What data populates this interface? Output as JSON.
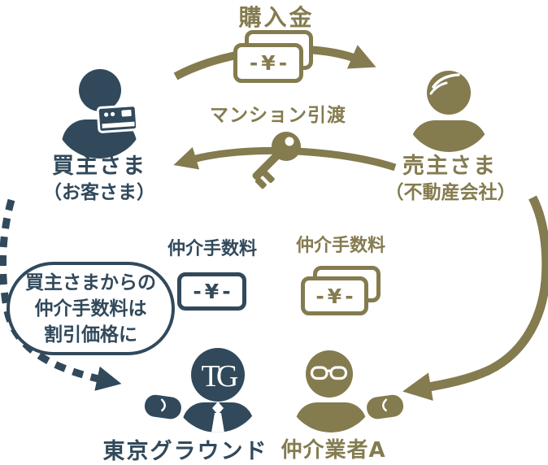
{
  "colors": {
    "navy": "#31495B",
    "olive": "#847B4F",
    "background": "#FFFFFF"
  },
  "flows": {
    "purchase": {
      "label": "購入金",
      "money_text": "-¥-",
      "icon": "money-bills-icon"
    },
    "handover": {
      "label": "マンション引渡",
      "icon": "key-icon"
    },
    "fee_to_tokyo_ground": {
      "label": "仲介手数料",
      "money_text": "-¥-",
      "icon": "money-bill-icon"
    },
    "fee_to_broker": {
      "label": "仲介手数料",
      "money_text": "-¥-",
      "icon": "money-bills-icon"
    }
  },
  "actors": {
    "buyer": {
      "name": "買主さま",
      "subtitle": "（お客さま）",
      "icon": "buyer-avatar-icon"
    },
    "seller": {
      "name": "売主さま",
      "subtitle": "（不動産会社）",
      "icon": "seller-avatar-icon"
    },
    "tokyo_ground": {
      "name": "東京グラウンド",
      "monogram": "TG",
      "icon": "tg-agent-avatar-icon"
    },
    "broker_a": {
      "name": "仲介業者A",
      "icon": "broker-avatar-icon"
    }
  },
  "bubble": {
    "lines": [
      "買主さまからの",
      "仲介手数料は",
      "割引価格に"
    ]
  }
}
